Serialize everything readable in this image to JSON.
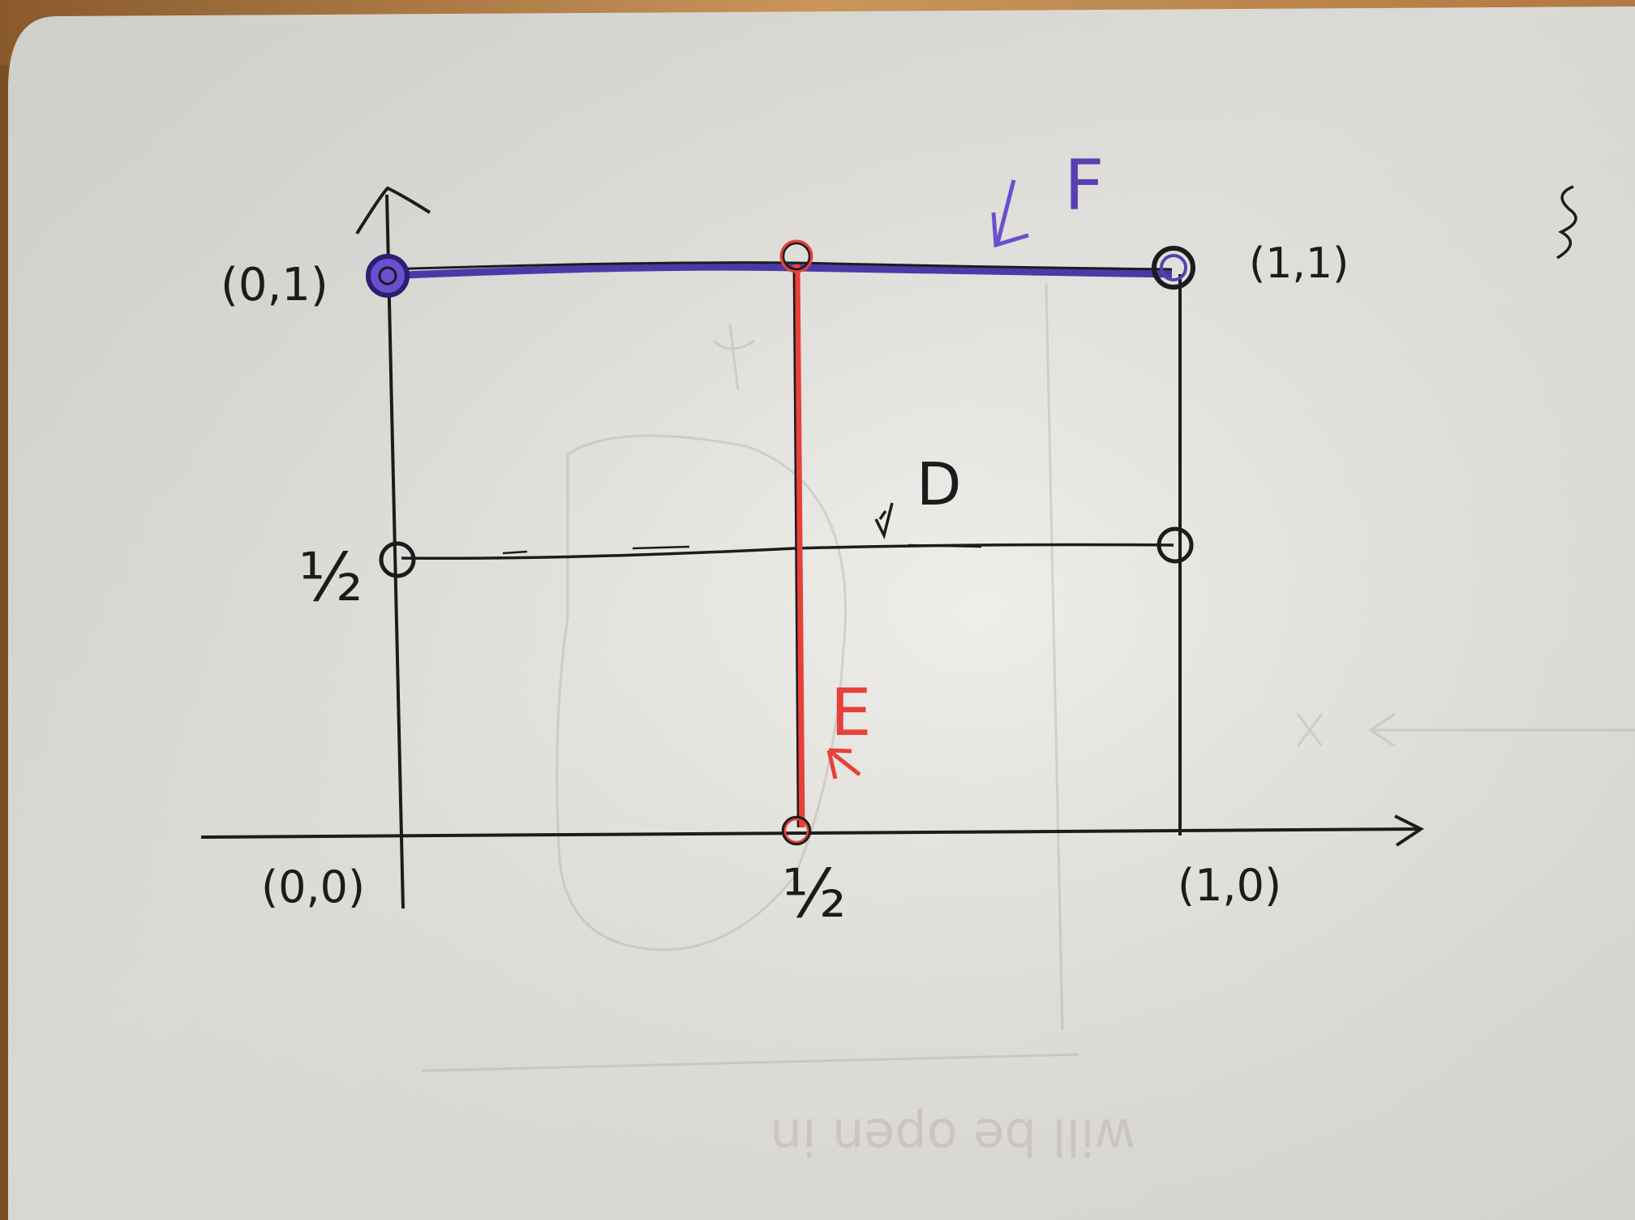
{
  "labels": {
    "point_00": "(0,0)",
    "point_01": "(0,1)",
    "point_11": "(1,1)",
    "point_10": "(1,0)",
    "half_x": "½",
    "half_y": "½",
    "segment_d": "D",
    "segment_e": "E",
    "segment_f": "F"
  },
  "faint_text": {
    "bottom": "will be open in"
  },
  "colors": {
    "paper": "#ecebe6",
    "ink": "#1c1c1c",
    "red_segment": "#e8403a",
    "purple_segment": "#4a3aa8",
    "table_wood": "#c8945a"
  }
}
